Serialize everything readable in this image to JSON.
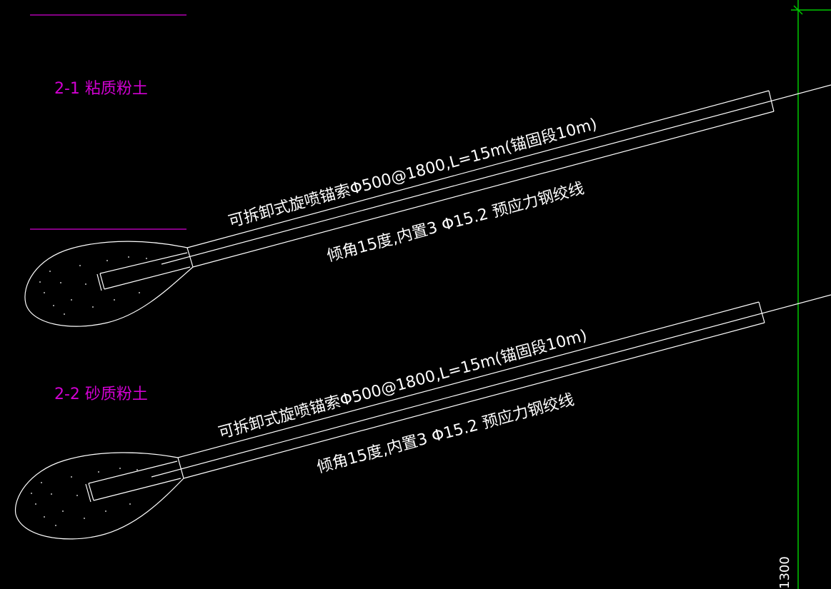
{
  "colors": {
    "background": "#000000",
    "layer_label": "#d200d2",
    "linework": "#ffffff",
    "axis_line": "#00c800"
  },
  "layers": [
    {
      "label": "2-1   粘质粉土"
    },
    {
      "label": "2-2   砂质粉土"
    }
  ],
  "anchors": [
    {
      "spec": "可拆卸式旋喷锚索Φ500@1800,L=15m(锚固段10m)",
      "detail": "倾角15度,内置3 Φ15.2 预应力钢绞线"
    },
    {
      "spec": "可拆卸式旋喷锚索Φ500@1800,L=15m(锚固段10m)",
      "detail": "倾角15度,内置3 Φ15.2 预应力钢绞线"
    }
  ],
  "dimension": {
    "value": "1300"
  }
}
